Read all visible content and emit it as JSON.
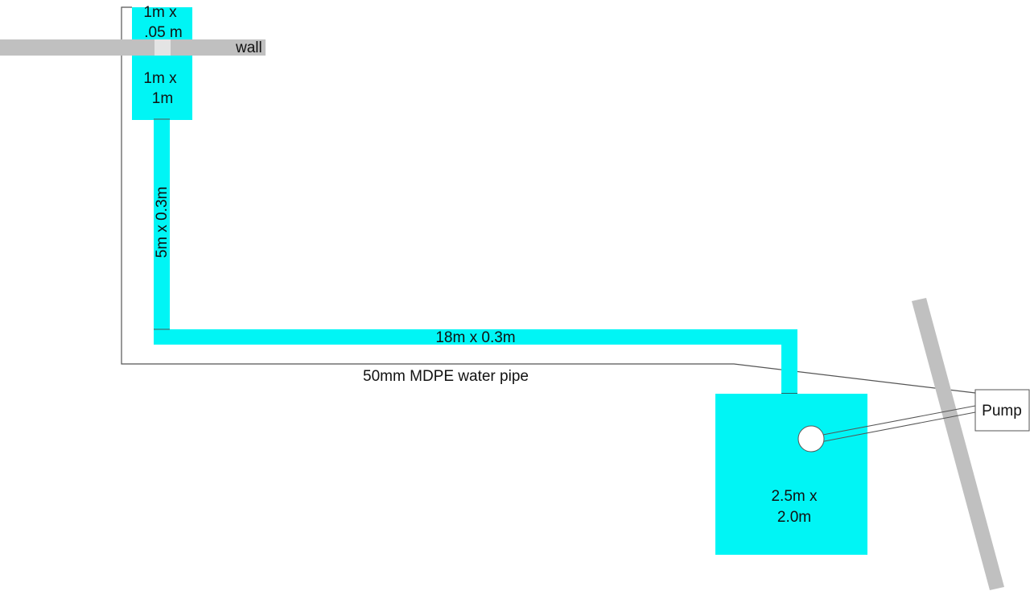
{
  "colors": {
    "water": "#00f5f5",
    "wall": "#c0c0c0",
    "wall_gap": "#e4e4e4",
    "line": "#555555",
    "text": "#111111",
    "background": "#ffffff"
  },
  "labels": {
    "top_pool": [
      "1m x",
      ".05 m"
    ],
    "upper_pool": [
      "1m x",
      "1m"
    ],
    "wall": "wall",
    "vertical_channel": "5m x 0.3m",
    "horizontal_channel": "18m x 0.3m",
    "water_pipe": "50mm MDPE water pipe",
    "pump": "Pump",
    "lower_pool": [
      "2.5m x",
      "2.0m"
    ]
  }
}
